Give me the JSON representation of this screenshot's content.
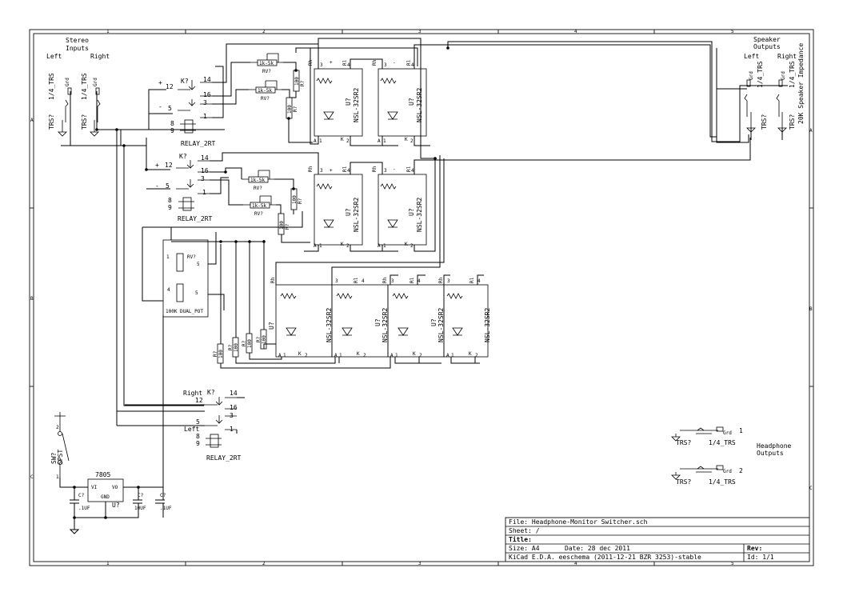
{
  "sheet": {
    "col_labels": [
      "1",
      "2",
      "3",
      "4",
      "5"
    ],
    "row_labels": [
      "A",
      "B",
      "C"
    ]
  },
  "title_block": {
    "file": "File: Headphone-Monitor Switcher.sch",
    "sheet": "Sheet: /",
    "title": "Title:",
    "size": "Size: A4",
    "date": "Date: 28 dec 2011",
    "rev": "Rev:",
    "tool": "KiCad E.D.A.  eeschema (2011-12-21 BZR 3253)-stable",
    "id": "Id: 1/1"
  },
  "inputs": {
    "group": [
      "Stereo",
      "Inputs"
    ],
    "left": "Left",
    "right": "Right",
    "jack": "1/4_TRS",
    "ref": "TRS?",
    "grd": "Grd"
  },
  "outputs": {
    "group": [
      "Speaker",
      "Outputs"
    ],
    "left": "Left",
    "right": "Right",
    "impedance": "20K Speaker Impedance"
  },
  "headphone": {
    "label": [
      "Headphone",
      "Outputs"
    ],
    "n1": "1",
    "n2": "2"
  },
  "relay": {
    "ref": "K?",
    "name": "RELAY_2RT",
    "p14": "14",
    "p12": "12",
    "p16": "16",
    "p5": "5",
    "p3": "3",
    "p1": "1",
    "p8": "8",
    "p9": "9",
    "plus": "+",
    "minus": "-",
    "right": "Right",
    "left": "Left"
  },
  "opto": {
    "name": "NSL-32SR2",
    "ref": "U?",
    "rh": "Rh",
    "rl": "Rl",
    "a": "A",
    "k": "K",
    "p1": "1",
    "p2": "2",
    "p3": "3",
    "p4": "4",
    "plus": "+",
    "minus": "-"
  },
  "parts": {
    "pot": "1k-5k",
    "pot_ref": "RV?",
    "r100": "100",
    "r_ref": "R?",
    "dual_pot": "100K DUAL_POT",
    "reg": "7805",
    "reg_vi": "VI",
    "reg_vo": "VO",
    "reg_gnd": "GND",
    "reg_ref": "U?",
    "cap_ref": "C?",
    "c1": ".1UF",
    "c2": "10UF",
    "c3": ".1UF",
    "sw_ref": "SW?",
    "sw_name": "SPST",
    "sw_p1": "1",
    "sw_p2": "2"
  }
}
